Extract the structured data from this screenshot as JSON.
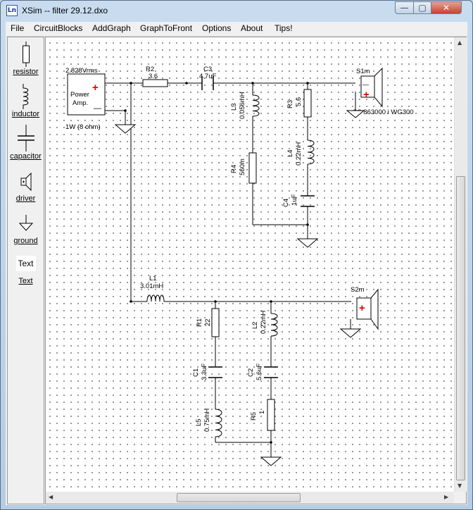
{
  "window": {
    "title": "XSim -- filter 29.12.dxo",
    "icon_text": "Ln",
    "min_glyph": "—",
    "max_glyph": "▢",
    "close_glyph": "✕"
  },
  "menu": [
    "File",
    "CircuitBlocks",
    "AddGraph",
    "GraphToFront",
    "Options",
    "About",
    "Tips!"
  ],
  "toolbox": {
    "items": [
      "resistor",
      "inductor",
      "capacitor",
      "driver",
      "ground",
      "Text",
      "Text"
    ]
  },
  "schematic": {
    "source": {
      "voltage": "2.828Vrms",
      "line1": "Power",
      "line2": "Amp.",
      "plus": "+",
      "minus": "—",
      "power": "1W (8 ohm)"
    },
    "R2": {
      "name": "R2",
      "value": "3.6"
    },
    "C3": {
      "name": "C3",
      "value": "4.7uF"
    },
    "L3": {
      "name": "L3",
      "value": "0.056mH"
    },
    "R3": {
      "name": "R3",
      "value": "5.6"
    },
    "R4": {
      "name": "R4",
      "value": "560m"
    },
    "L4": {
      "name": "L4",
      "value": "0.22mH"
    },
    "C4": {
      "name": "C4",
      "value": "1uF"
    },
    "S1m": {
      "name": "S1m",
      "model": "SS 863000 i WG300",
      "plus": "+",
      "minus": "—"
    },
    "L1": {
      "name": "L1",
      "value": "3.01mH"
    },
    "S2m": {
      "name": "S2m",
      "plus": "+"
    },
    "R1": {
      "name": "R1",
      "value": "22"
    },
    "L2": {
      "name": "L2",
      "value": "0.22mH"
    },
    "C1": {
      "name": "C1",
      "value": "3.3uF"
    },
    "C2": {
      "name": "C2",
      "value": "5.6uF"
    },
    "L5": {
      "name": "L5",
      "value": "0.75mH"
    },
    "R5": {
      "name": "R5",
      "value": "1"
    }
  },
  "scroll": {
    "up": "▲",
    "down": "▼",
    "left": "◀",
    "right": "▶"
  }
}
